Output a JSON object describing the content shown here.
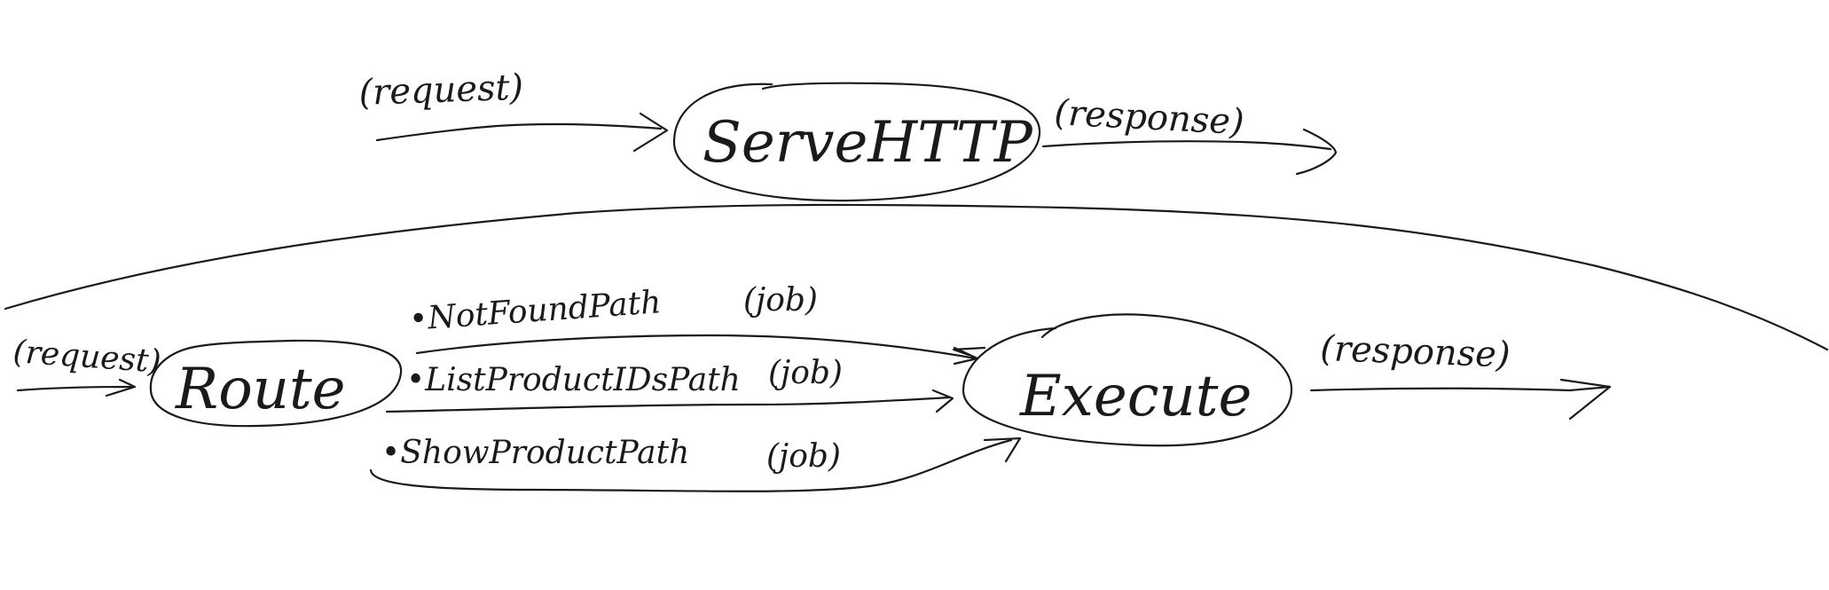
{
  "diagram": {
    "top": {
      "request_label": "(request)",
      "node_label": "ServeHTTP",
      "response_label": "(response)"
    },
    "bottom": {
      "request_label": "(request)",
      "route_label": "Route",
      "execute_label": "Execute",
      "response_label": "(response)",
      "paths": [
        {
          "name": "•NotFoundPath",
          "job": "(job)"
        },
        {
          "name": "•ListProductIDsPath",
          "job": "(job)"
        },
        {
          "name": "•ShowProductPath",
          "job": "(job)"
        }
      ]
    }
  }
}
